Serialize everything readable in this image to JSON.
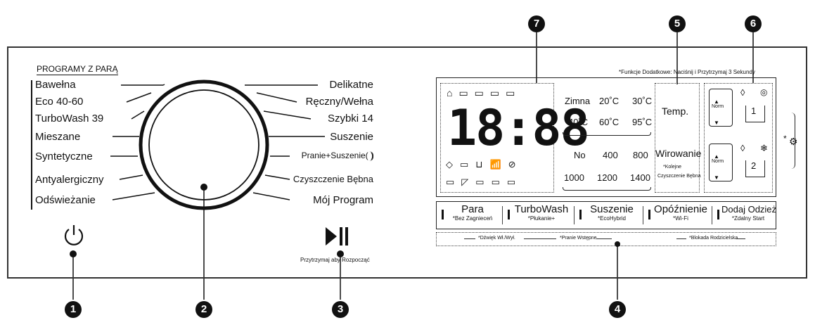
{
  "callouts": [
    "1",
    "2",
    "3",
    "4",
    "5",
    "6",
    "7"
  ],
  "programs_heading": "PROGRAMY Z PARĄ",
  "programs_left": [
    "Bawełna",
    "Eco 40-60",
    "TurboWash 39",
    "Mieszane",
    "Syntetyczne",
    "Antyalergiczny",
    "Odświeżanie"
  ],
  "programs_right": [
    "Delikatne",
    "Ręczny/Wełna",
    "Szybki 14",
    "Suszenie",
    "Pranie+Suszenie(   )",
    "Czyszczenie Bębna",
    "Mój Program"
  ],
  "start_hint": "Przytrzymaj aby Rozpocząć",
  "additional_note": "*Funkcje Dodatkowe: Naciśnij i Przytrzymaj 3 Sekundy",
  "display_digits": "18:88",
  "temperatures": [
    "Zimna",
    "20˚C",
    "30˚C",
    "40˚C",
    "60˚C",
    "95˚C"
  ],
  "spin_speeds": [
    "No",
    "400",
    "800",
    "1000",
    "1200",
    "1400"
  ],
  "temp_button": "Temp.",
  "spin_button": "Wirowanie",
  "spin_sub": [
    "*Kolejne",
    "Czyszczenie Bębna"
  ],
  "norm_label": "Norm",
  "slot_labels": [
    "1",
    "2"
  ],
  "buttons": [
    {
      "label": "Para",
      "sub": "*Bez Zagnieceń"
    },
    {
      "label": "TurboWash",
      "sub": "*Płukanie+"
    },
    {
      "label": "Suszenie",
      "sub": "*EcoHybrid"
    },
    {
      "label": "Opóźnienie",
      "sub": "*Wi-Fi"
    },
    {
      "label": "Dodaj Odzież",
      "sub": "*Zdalny Start"
    }
  ],
  "bottom_notes": [
    "*Dźwięk Wł./Wył.",
    "*Pranie Wstępne",
    "*Blokada Rodzicielska"
  ],
  "gear_note": "*",
  "icons": [
    "power-icon",
    "play-pause-icon",
    "gear-icon",
    "wifi-icon",
    "water-drop-icon",
    "snowflake-icon"
  ]
}
